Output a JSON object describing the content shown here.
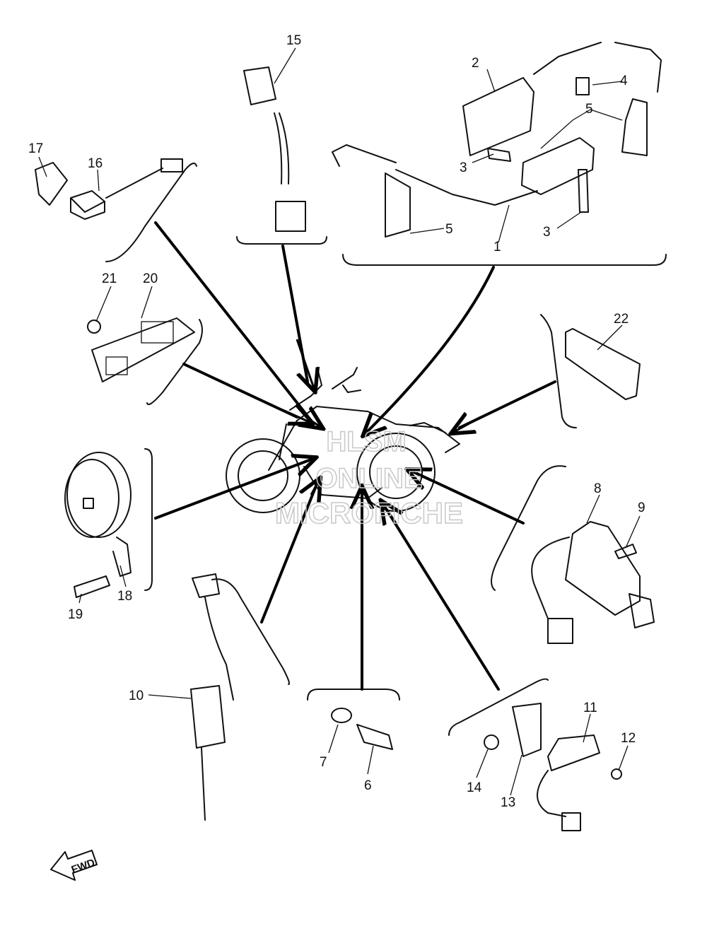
{
  "callouts": {
    "p1": "1",
    "p2": "2",
    "p3a": "3",
    "p3b": "3",
    "p4": "4",
    "p5a": "5",
    "p5b": "5",
    "p6": "6",
    "p7": "7",
    "p8": "8",
    "p9": "9",
    "p10": "10",
    "p11": "11",
    "p12": "12",
    "p13": "13",
    "p14": "14",
    "p15": "15",
    "p16": "16",
    "p17": "17",
    "p18": "18",
    "p19": "19",
    "p20": "20",
    "p21": "21",
    "p22": "22"
  },
  "direction_label": "FWD",
  "watermark": {
    "line1": "HLSM",
    "line2": "ONLINE",
    "line3": "MICROFICHE"
  }
}
